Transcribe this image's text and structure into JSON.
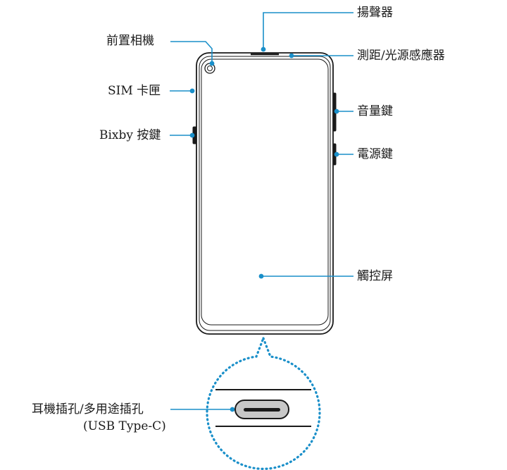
{
  "labels": {
    "speaker": "揚聲器",
    "front_camera": "前置相機",
    "proximity_sensor": "測距/光源感應器",
    "sim_tray": "SIM 卡匣",
    "volume_key": "音量鍵",
    "bixby_key": "Bixby 按鍵",
    "power_key": "電源鍵",
    "touchscreen": "觸控屏",
    "earphone_jack": "耳機插孔/多用途插孔",
    "usb_type_c": "(USB Type-C)"
  },
  "colors": {
    "callout": "#1a8fc9",
    "outline": "#1a1a1a",
    "port_fill": "#c8c8c8"
  }
}
